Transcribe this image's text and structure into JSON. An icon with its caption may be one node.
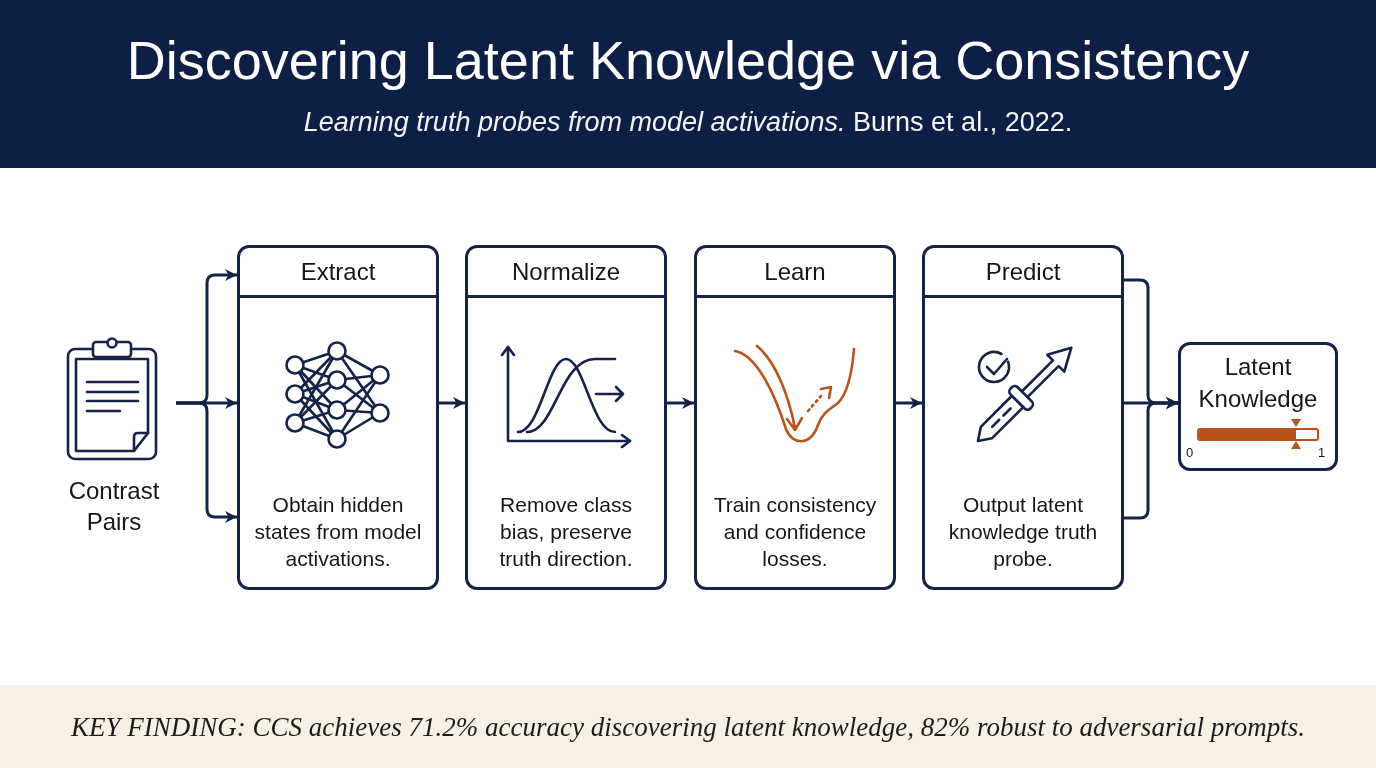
{
  "diagram": {
    "title": "Discovering Latent Knowledge via Consistency",
    "caption": "KEY FINDING: CCS achieves 71.2% accuracy discovering latent knowledge, 82% robust to adversarial prompts.",
    "labels": [
      "*Learning truth probes from model activations.* Burns et al., 2022."
    ],
    "nodes": [
      {
        "text": [
          "Contrast Pairs"
        ]
      },
      {
        "text": [
          "Extract",
          "Obtain hidden states from model activations."
        ]
      },
      {
        "text": [
          "Normalize",
          "Remove class bias, preserve truth direction."
        ]
      },
      {
        "text": [
          "Learn",
          "Train consistency and confidence losses."
        ]
      },
      {
        "text": [
          "Predict",
          "Output latent knowledge truth probe."
        ]
      },
      {
        "text": [
          "Latent Knowledge",
          "0",
          "1"
        ]
      }
    ],
    "edges": [
      {
        "from": 0,
        "to": 1,
        "arrow": "to"
      },
      {
        "from": 0,
        "to": 1,
        "arrow": "to"
      },
      {
        "from": 0,
        "to": 1,
        "arrow": "to"
      },
      {
        "from": 1,
        "to": 2,
        "arrow": "to"
      },
      {
        "from": 2,
        "to": 3,
        "arrow": "to"
      },
      {
        "from": 3,
        "to": 4,
        "arrow": "to"
      },
      {
        "from": 4,
        "to": 5,
        "arrow": "to"
      },
      {
        "from": 4,
        "to": 5,
        "arrow": "to"
      },
      {
        "from": 4,
        "to": 5,
        "arrow": "to"
      }
    ]
  }
}
